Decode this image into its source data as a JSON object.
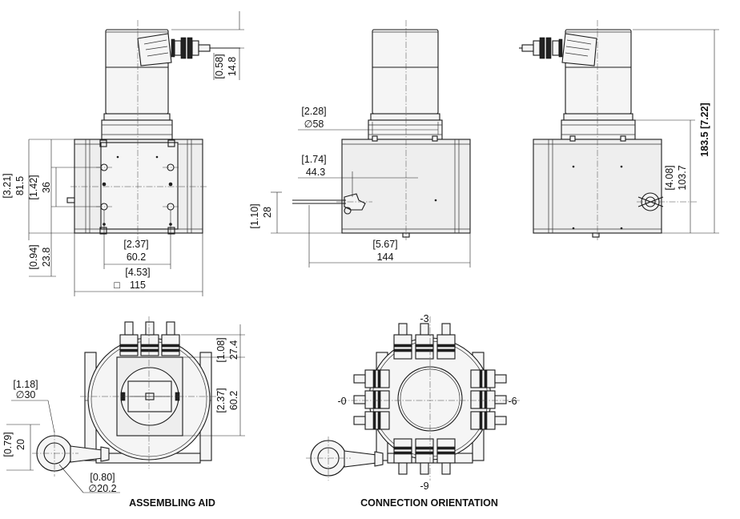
{
  "captions": {
    "assembling_aid": "ASSEMBLING AID",
    "connection_orientation": "CONNECTION ORIENTATION"
  },
  "dims": {
    "front": {
      "cable_top_in": "[0.58]",
      "cable_top_mm": "14.8",
      "height_in": "[3.21]",
      "height_mm": "81.5",
      "hole_v_in": "[1.42]",
      "hole_v_mm": "36",
      "bottom_in": "[0.94]",
      "bottom_mm": "23.8",
      "hole_h_in": "[2.37]",
      "hole_h_mm": "60.2",
      "width_in": "[4.53]",
      "width_sym": "□",
      "width_mm": "115"
    },
    "side": {
      "motor_dia_in": "[2.28]",
      "motor_dia_mm": "∅58",
      "offset_in": "[1.74]",
      "offset_mm": "44.3",
      "wire_h_in": "[1.10]",
      "wire_h_mm": "28",
      "length_in": "[5.67]",
      "length_mm": "144"
    },
    "right": {
      "total_label": "183.5 [7.22]",
      "outlet_in": "[4.08]",
      "outlet_mm": "103.7"
    },
    "assembling": {
      "top_in": "[1.08]",
      "top_mm": "27.4",
      "span_in": "[2.37]",
      "span_mm": "60.2",
      "ring_in": "[1.18]",
      "ring_mm": "∅30",
      "ring_h_in": "[0.79]",
      "ring_h_mm": "20",
      "eye_in": "[0.80]",
      "eye_mm": "∅20.2"
    },
    "orientation": {
      "top": "-3",
      "left": "-0",
      "right": "-6",
      "bottom": "-9"
    }
  }
}
